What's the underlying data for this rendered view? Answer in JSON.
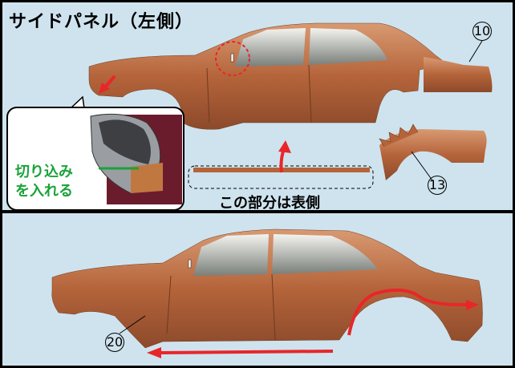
{
  "title": "サイドパネル（左側）",
  "callout": {
    "line1": "切り込み",
    "line2": "を入れる"
  },
  "note": "この部分は表側",
  "numbers": {
    "n10": "10",
    "n13": "13",
    "n20": "20"
  },
  "colors": {
    "background": "#cfe3ee",
    "car_body": "#b8653a",
    "arrow": "#e8262a",
    "callout_text": "#1aa33a"
  }
}
